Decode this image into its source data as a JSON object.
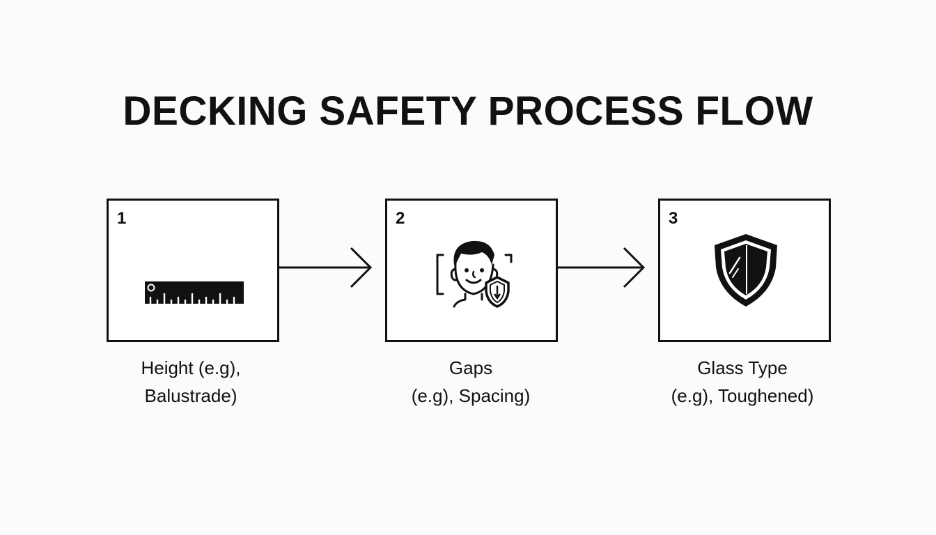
{
  "title": "DECKING SAFETY PROCESS FLOW",
  "colors": {
    "ink": "#111111",
    "background": "#fbfbfb",
    "box_fill": "#ffffff"
  },
  "steps": [
    {
      "number": "1",
      "icon": "ruler-icon",
      "label_line1": "Height (e.g),",
      "label_line2": "Balustrade)"
    },
    {
      "number": "2",
      "icon": "face-shield-icon",
      "label_line1": "Gaps",
      "label_line2": "(e.g), Spacing)"
    },
    {
      "number": "3",
      "icon": "glass-shield-icon",
      "label_line1": "Glass Type",
      "label_line2": "(e.g), Toughened)"
    }
  ],
  "connectors": [
    "arrow-right-icon",
    "arrow-right-icon"
  ]
}
